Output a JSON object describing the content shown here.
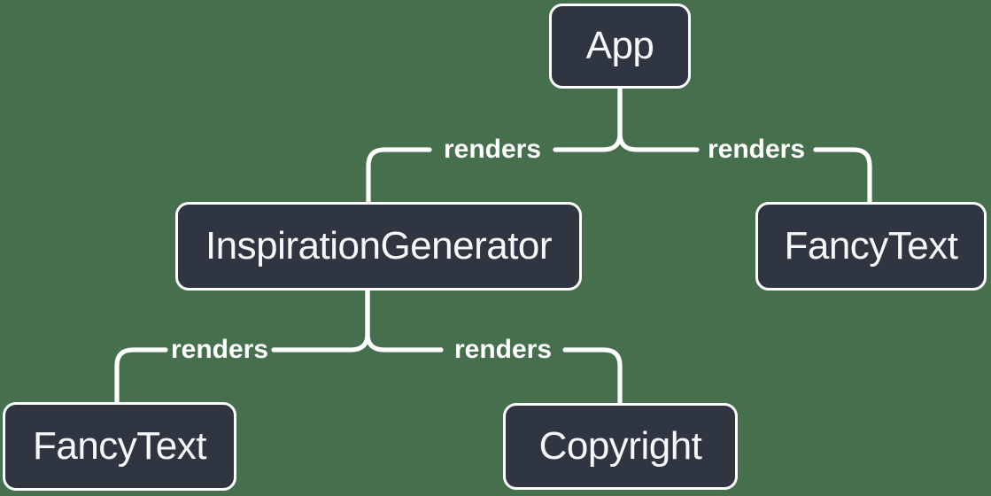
{
  "theme": {
    "background": "#46704D",
    "node_fill": "#2F3642",
    "node_border": "#FFFFFF",
    "node_text": "#F6F7F9",
    "line": "#FFFFFF",
    "label_text": "#FFFFFF"
  },
  "diagram": {
    "type": "tree",
    "nodes": [
      {
        "id": "app",
        "label": "App"
      },
      {
        "id": "inspiration-generator",
        "label": "InspirationGenerator"
      },
      {
        "id": "fancy-text-top",
        "label": "FancyText"
      },
      {
        "id": "fancy-text-bottom",
        "label": "FancyText"
      },
      {
        "id": "copyright",
        "label": "Copyright"
      }
    ],
    "edges": [
      {
        "from": "App",
        "to": "InspirationGenerator",
        "label": "renders"
      },
      {
        "from": "App",
        "to": "FancyText",
        "label": "renders"
      },
      {
        "from": "InspirationGenerator",
        "to": "FancyText",
        "label": "renders"
      },
      {
        "from": "InspirationGenerator",
        "to": "Copyright",
        "label": "renders"
      }
    ]
  }
}
